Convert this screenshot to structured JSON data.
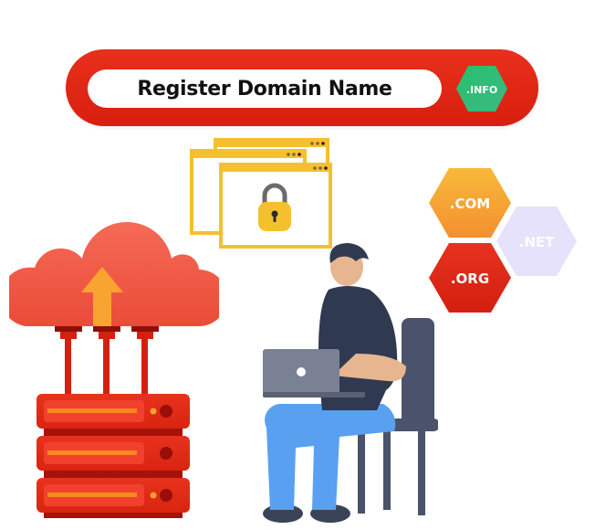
{
  "banner": {
    "label": "Register Domain Name",
    "badge": ".INFO",
    "colors": {
      "pill": "#e02814",
      "input": "#ffffff",
      "badge": "#2fbf71"
    }
  },
  "browser_windows": {
    "count": 3,
    "icon": "padlock-icon",
    "colors": {
      "frame": "#f5c02e",
      "lock_body": "#f5c02e",
      "lock_shackle": "#6b6b6b"
    }
  },
  "domain_hexagons": [
    {
      "label": ".COM",
      "color": "#f7a531"
    },
    {
      "label": ".NET",
      "color": "#e4e0fb"
    },
    {
      "label": ".ORG",
      "color": "#e0301c"
    }
  ],
  "cloud_server": {
    "cloud_icon": "cloud-upload-icon",
    "server_units": 3,
    "colors": {
      "cloud": "#f05a45",
      "arrow": "#f9a431",
      "server": "#e0301c"
    }
  },
  "person": {
    "description": "person sitting on chair using laptop",
    "colors": {
      "shirt": "#2f3a50",
      "pants": "#5aa0f0",
      "laptop": "#7a8194",
      "chair": "#4a536b"
    }
  }
}
